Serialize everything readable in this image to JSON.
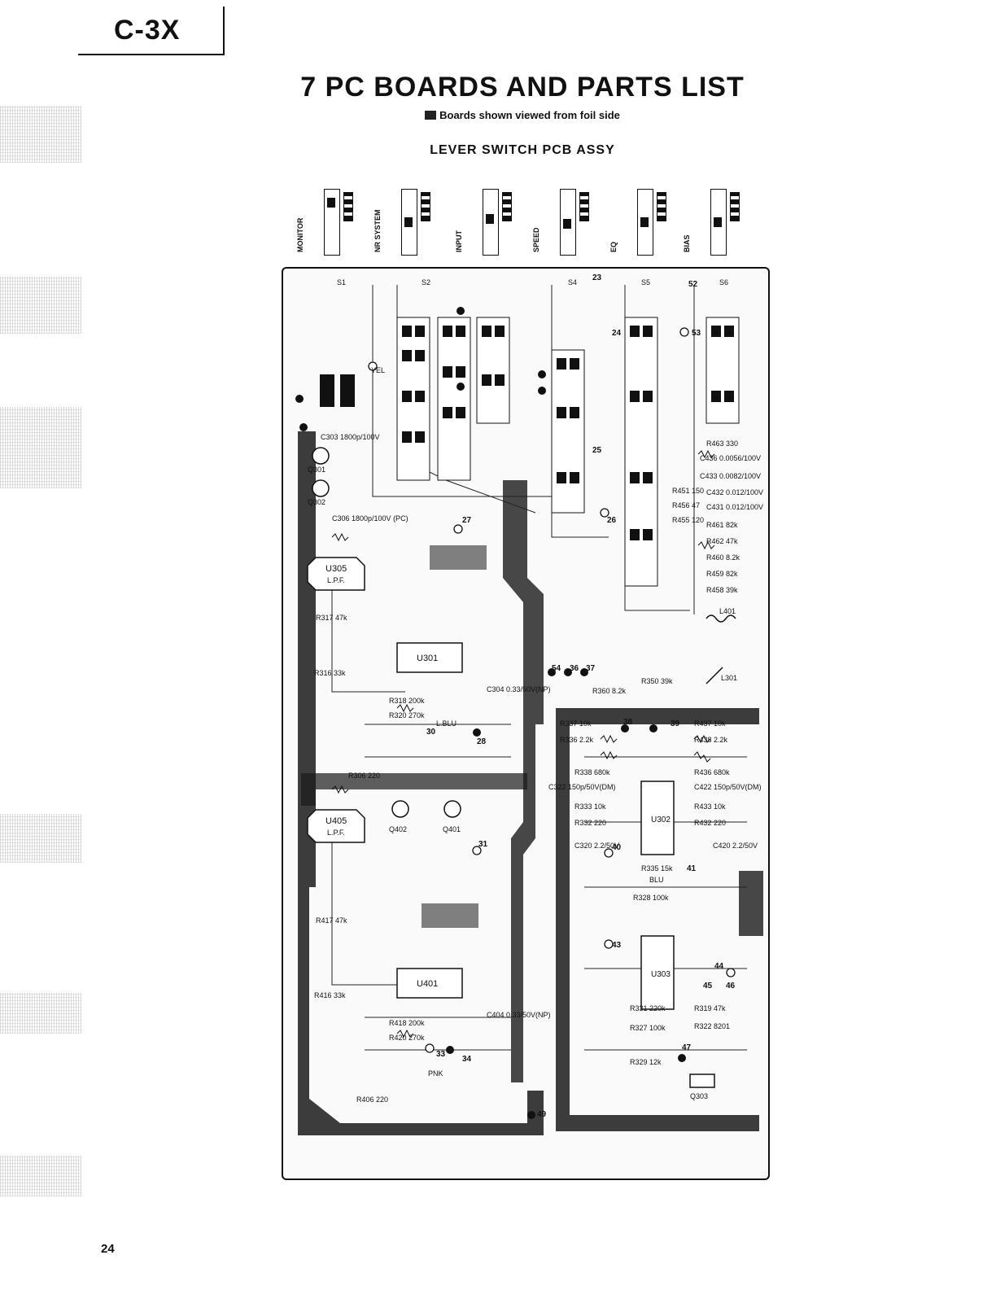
{
  "header": {
    "model": "C-3X"
  },
  "title": "7 PC BOARDS AND PARTS LIST",
  "subtitle": "Boards shown viewed from foil side",
  "section_title": "LEVER SWITCH PCB ASSY",
  "switch_labels": [
    "MONITOR",
    "NR SYSTEM",
    "INPUT",
    "SPEED",
    "EQ",
    "BIAS"
  ],
  "board_labels": {
    "u305": "U305",
    "u305_sub": "L.P.F.",
    "u405": "U405",
    "u405_sub": "L.P.F.",
    "u301": "U301",
    "u401": "U401",
    "u302": "U302",
    "u303": "U303",
    "q301": "Q301",
    "q302": "Q302",
    "q303": "Q303",
    "q401": "Q401",
    "q402": "Q402",
    "l401": "L401",
    "l301": "L301",
    "s1": "S1",
    "s2": "S2",
    "s4": "S4",
    "s5": "S5",
    "s6": "S6",
    "r437": "R437 10k",
    "r438": "R438 2.2k",
    "r436": "R436 680k",
    "r433": "R433 10k",
    "r432": "R432 220",
    "r337": "R337 10k",
    "r336": "R336 2.2k",
    "r338": "R338 680k",
    "r333": "R333 10k",
    "r332": "R332 220",
    "r335": "R335 15k",
    "r328": "R328 100k",
    "r331": "R331 220k",
    "r327": "R327 100k",
    "r329": "R329 12k",
    "r319": "R319 47k",
    "r322": "R322 8201",
    "r463": "R463 330",
    "r461": "R461 82k",
    "r462": "R462 47k",
    "r460": "R460 8.2k",
    "r459": "R459 82k",
    "r458": "R458 39k",
    "r451": "R451 150",
    "r456": "R456 47",
    "r455": "R455 120",
    "r316": "R316 33k",
    "r317": "R317 47k",
    "r318": "R318 200k",
    "r320": "R320 270k",
    "r306": "R306 220",
    "r416": "R416 33k",
    "r417": "R417 47k",
    "r418": "R418 200k",
    "r420": "R420 270k",
    "r406": "R406 220",
    "r350": "R350 39k",
    "r360": "R360 8.2k",
    "c436": "C436 0.0056/100V",
    "c433": "C433 0.0082/100V",
    "c432": "C432 0.012/100V",
    "c431": "C431 0.012/100V",
    "c420": "C420 2.2/50V",
    "c320": "C320 2.2/50V",
    "c422": "C422 150p/50V(DM)",
    "c322": "C322 150p/50V(DM)",
    "c304": "C304 0.33/50V(NP)",
    "c404": "C404 0.33/50V(NP)",
    "c306": "C306 1800p/100V (PC)",
    "c303": "C303 1800p/100V",
    "yel": "YEL",
    "blu": "BLU",
    "lblu": "L.BLU",
    "pnk": "PNK",
    "pt_pairs": [
      [
        "23",
        "24",
        "25",
        "26",
        "27",
        "28",
        "30",
        "31",
        "33",
        "34"
      ],
      [
        "36",
        "37",
        "38",
        "39",
        "40",
        "41",
        "43",
        "44",
        "45",
        "46",
        "47",
        "49",
        "52",
        "53",
        "54"
      ]
    ]
  },
  "page_number": "24"
}
